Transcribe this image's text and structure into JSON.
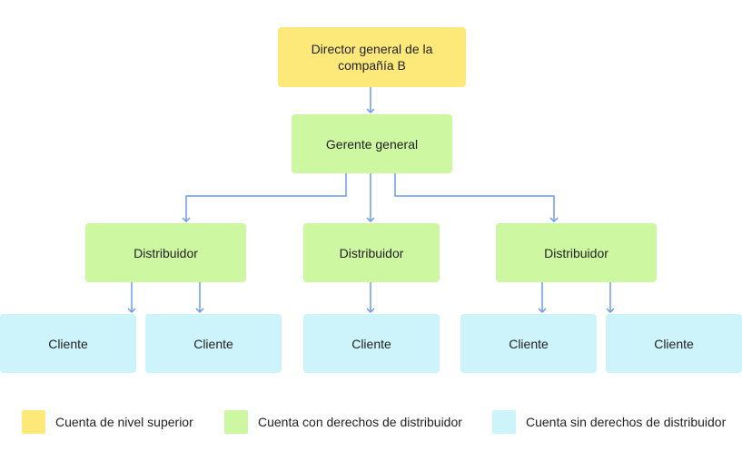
{
  "colors": {
    "top": "#fde97a",
    "distributor": "#cdf7a1",
    "client": "#cdf4fb",
    "connector": "#6a9be8"
  },
  "nodes": {
    "director": "Director general de la compañía B",
    "manager": "Gerente general",
    "distributor_1": "Distribuidor",
    "distributor_2": "Distribuidor",
    "distributor_3": "Distribuidor",
    "client_1": "Cliente",
    "client_2": "Cliente",
    "client_3": "Cliente",
    "client_4": "Cliente",
    "client_5": "Cliente"
  },
  "legend": {
    "top": "Cuenta de nivel superior",
    "distributor": "Cuenta con derechos de distribuidor",
    "client": "Cuenta sin derechos de distribuidor"
  }
}
